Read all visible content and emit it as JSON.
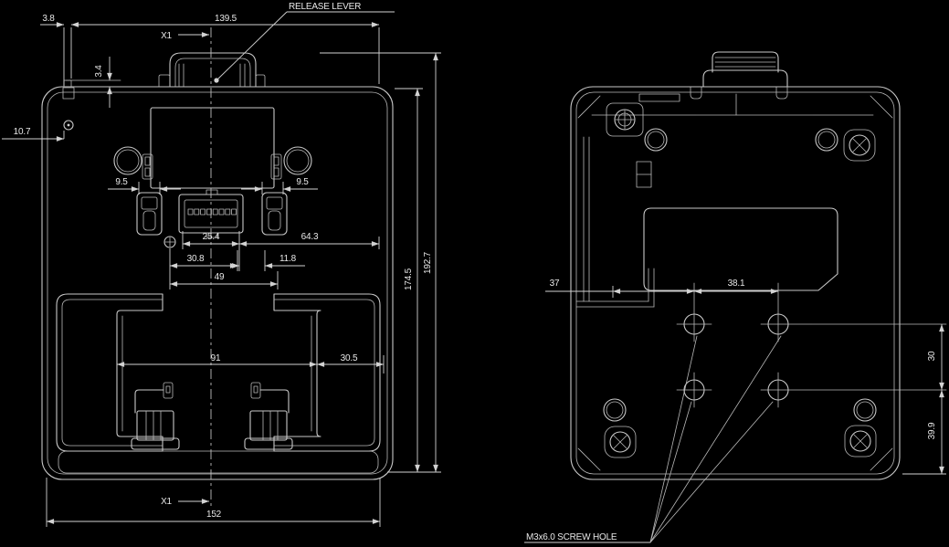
{
  "colors": {
    "background": "#000000",
    "line": "#c9c9c9",
    "text": "#e8e8e8"
  },
  "front_view": {
    "release_lever_label": "RELEASE LEVER",
    "datum_top": "X1",
    "datum_bottom": "X1",
    "dim_notch_width": "3.8",
    "dim_top_width": "139.5",
    "dim_notch_depth": "3.4",
    "dim_edge_to_hole": "10.7",
    "dim_slot_left": "9.5",
    "dim_slot_right": "9.5",
    "dim_connector_width": "25.4",
    "dim_connector_to_edge": "64.3",
    "dim_screw_span": "30.8",
    "dim_offset_right": "11.8",
    "dim_center_span": "49",
    "dim_channel_span": "91",
    "dim_channel_width": "30.5",
    "dim_base_width": "152",
    "dim_body_height": "174.5",
    "dim_overall_height": "192.7"
  },
  "bottom_view": {
    "screw_note": "M3x6.0 SCREW HOLE",
    "dim_edge_to_hole": "37",
    "dim_hole_pitch_h": "38.1",
    "dim_hole_pitch_v": "30",
    "dim_hole_to_bottom": "39.9"
  }
}
